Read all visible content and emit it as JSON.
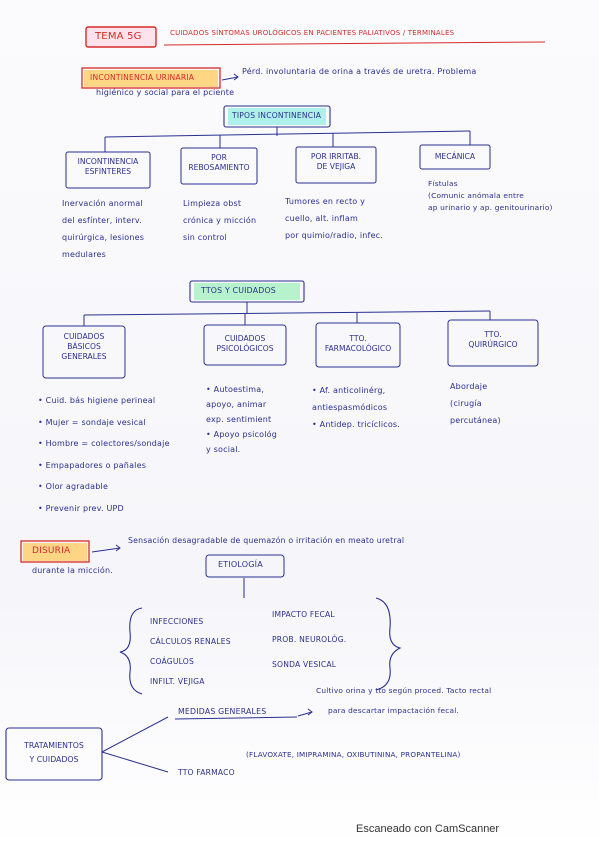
{
  "header": {
    "tema": "TEMA 5G",
    "title": "CUIDADOS SÍNTOMAS UROLÓGICOS EN PACIENTES PALIATIVOS / TERMINALES"
  },
  "incontinencia": {
    "heading": "INCONTINENCIA URINARIA",
    "definition_line1": "Pérd. involuntaria de orina a través de uretra. Problema",
    "definition_line2": "higiénico y social para el pciente",
    "tipos_box": "TIPOS INCONTINENCIA",
    "tipos": [
      {
        "title_lines": [
          "INCONTINENCIA",
          "ESFINTERES"
        ],
        "desc": [
          "Inervación anormal",
          "del esfínter, interv.",
          "quirúrgica, lesiones",
          "medulares"
        ]
      },
      {
        "title_lines": [
          "POR",
          "REBOSAMIENTO"
        ],
        "desc": [
          "Limpieza obst",
          "crónica y micción",
          "sin control"
        ]
      },
      {
        "title_lines": [
          "POR IRRITAB.",
          "DE VEJIGA"
        ],
        "desc": [
          "Tumores en recto y",
          "cuello, alt. inflam",
          "por quimio/radio, infec."
        ]
      },
      {
        "title_lines": [
          "MECÁNICA"
        ],
        "desc": [
          "Fístulas",
          "(Comunic anómala entre",
          "ap urinario y ap. genitourinario)"
        ]
      }
    ]
  },
  "tratamientos": {
    "box": "TTOS Y CUIDADOS",
    "items": [
      {
        "title_lines": [
          "CUIDADOS",
          "BÁSICOS",
          "GENERALES"
        ],
        "desc": [
          "• Cuid. bás higiene perineal",
          "• Mujer = sondaje vesical",
          "• Hombre = colectores/sondaje",
          "• Empapadores o pañales",
          "• Olor agradable",
          "• Prevenir prev. UPD"
        ]
      },
      {
        "title_lines": [
          "CUIDADOS",
          "PSICOLÓGICOS"
        ],
        "desc": [
          "• Autoestima,",
          "apoyo, animar",
          "exp. sentimient",
          "• Apoyo psicológ",
          "y social."
        ]
      },
      {
        "title_lines": [
          "TTO.",
          "FARMACOLÓGICO"
        ],
        "desc": [
          "• Af. anticolinérg,",
          "antiespasmódicos",
          "• Antidep. tricíclicos."
        ]
      },
      {
        "title_lines": [
          "TTO.",
          "QUIRÚRGICO"
        ],
        "desc": [
          "Abordaje",
          "(cirugía",
          "percutánea)"
        ]
      }
    ]
  },
  "disuria": {
    "heading": "DISURIA",
    "definition_line1": "Sensación desagradable de quemazón o irritación en meato uretral",
    "definition_line2": "durante la micción.",
    "etiologia_box": "ETIOLOGÍA",
    "causes_left": [
      "INFECCIONES",
      "CÁLCULOS RENALES",
      "COÁGULOS",
      "INFILT. VEJIGA"
    ],
    "causes_right": [
      "IMPACTO FECAL",
      "PROB. NEUROLÓG.",
      "SONDA VESICAL"
    ]
  },
  "tratamientos_disuria": {
    "box_lines": [
      "TRATAMIENTOS",
      "Y CUIDADOS"
    ],
    "medidas_label": "MEDIDAS GENERALES",
    "medidas_desc_line1": "Cultivo orina y tto según proced. Tacto rectal",
    "medidas_desc_line2": "para descartar impactación fecal.",
    "farmaco_label": "TTO FARMACO",
    "farmaco_desc": "(FLAVOXATE, IMIPRAMINA, OXIBUTININA, PROPANTELINA)"
  },
  "footer": {
    "scanner": "Escaneado con CamScanner"
  },
  "colors": {
    "ink": "#2b2f8f",
    "red": "#d62a2a",
    "highlight_pink": "#ffd9e6",
    "highlight_orange": "#ffcf6e",
    "highlight_cyan": "#a4f0e8",
    "highlight_green": "#aef2c8",
    "highlight_yellow": "#fff27a"
  }
}
